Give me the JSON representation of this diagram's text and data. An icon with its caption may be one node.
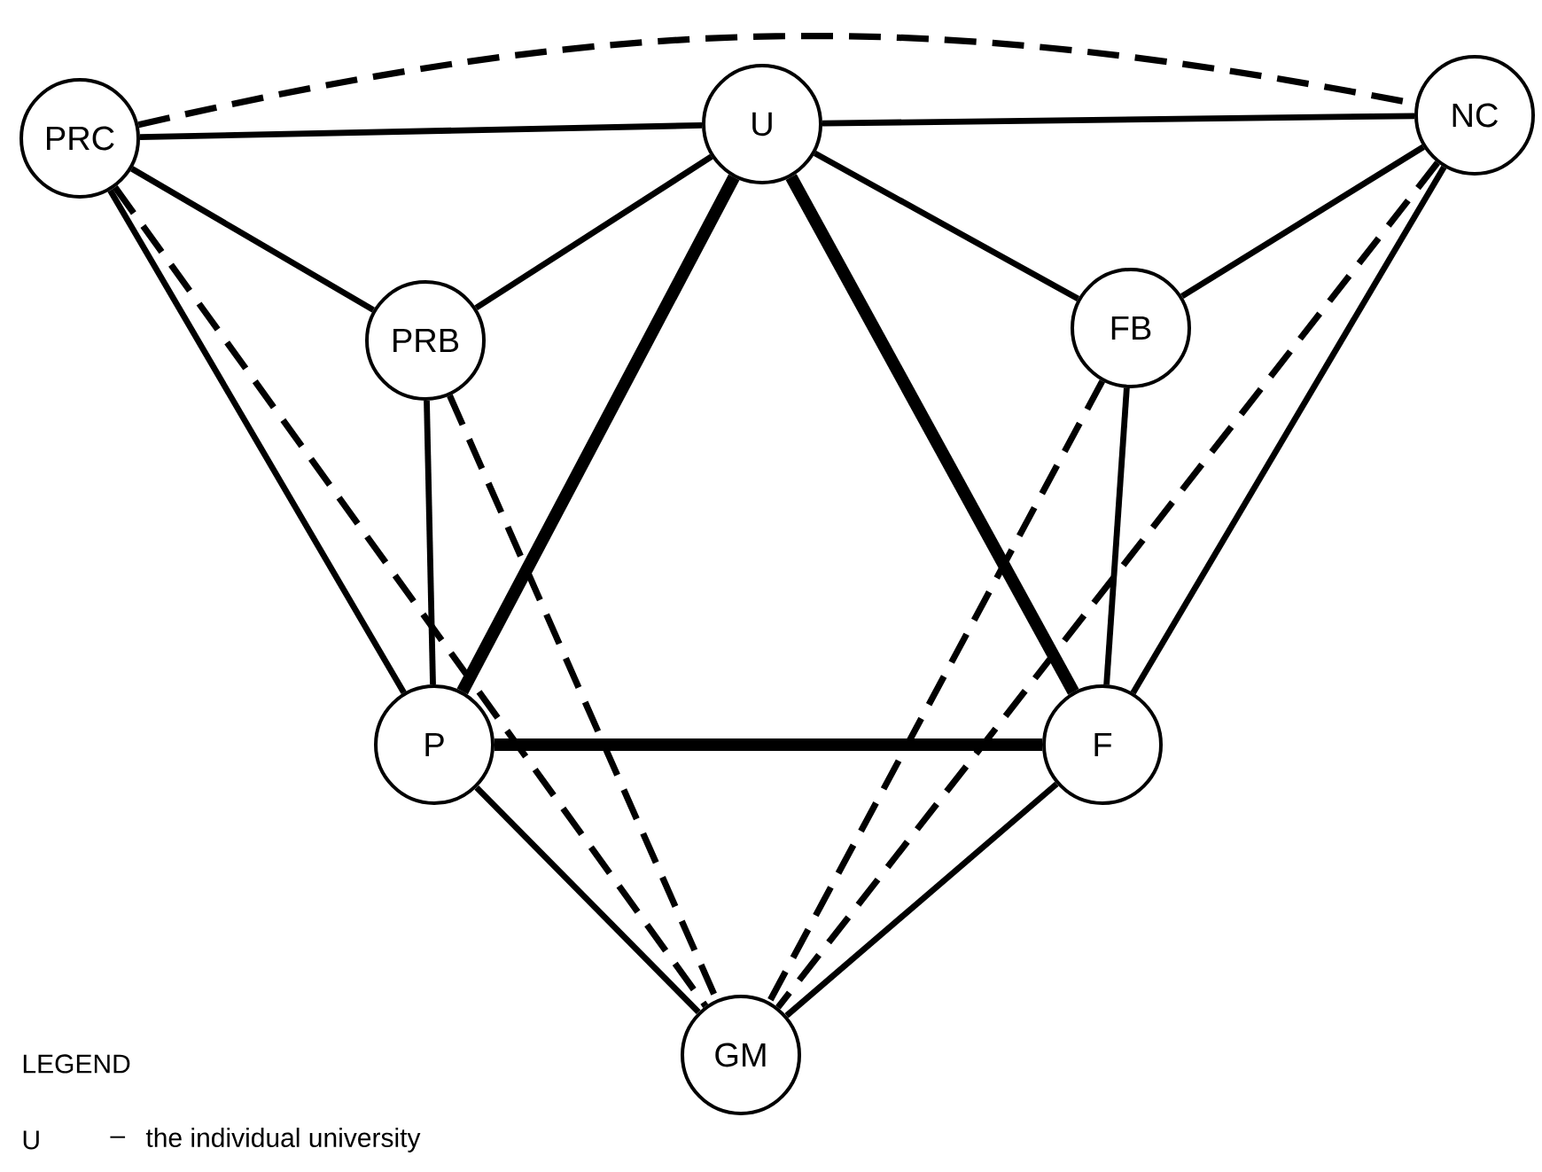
{
  "diagram": {
    "nodes": [
      {
        "text": [
          "PRC"
        ]
      },
      {
        "text": [
          "U"
        ]
      },
      {
        "text": [
          "NC"
        ]
      },
      {
        "text": [
          "PRB"
        ]
      },
      {
        "text": [
          "FB"
        ]
      },
      {
        "text": [
          "P"
        ]
      },
      {
        "text": [
          "F"
        ]
      },
      {
        "text": [
          "GM"
        ]
      }
    ],
    "edges": [
      {
        "from": 0,
        "to": 2,
        "arrow": "none",
        "style": "dashed"
      },
      {
        "from": 0,
        "to": 1,
        "arrow": "none"
      },
      {
        "from": 1,
        "to": 2,
        "arrow": "none"
      },
      {
        "from": 0,
        "to": 3,
        "arrow": "none"
      },
      {
        "from": 3,
        "to": 1,
        "arrow": "none"
      },
      {
        "from": 1,
        "to": 4,
        "arrow": "none"
      },
      {
        "from": 4,
        "to": 2,
        "arrow": "none"
      },
      {
        "from": 1,
        "to": 5,
        "arrow": "none",
        "style": "thick"
      },
      {
        "from": 1,
        "to": 6,
        "arrow": "none",
        "style": "thick"
      },
      {
        "from": 0,
        "to": 5,
        "arrow": "none"
      },
      {
        "from": 0,
        "to": 7,
        "arrow": "none",
        "style": "dashed"
      },
      {
        "from": 3,
        "to": 5,
        "arrow": "none"
      },
      {
        "from": 3,
        "to": 7,
        "arrow": "none",
        "style": "dashed"
      },
      {
        "from": 4,
        "to": 6,
        "arrow": "none"
      },
      {
        "from": 4,
        "to": 7,
        "arrow": "none",
        "style": "dashed"
      },
      {
        "from": 2,
        "to": 6,
        "arrow": "none"
      },
      {
        "from": 2,
        "to": 7,
        "arrow": "none",
        "style": "dashed"
      },
      {
        "from": 5,
        "to": 6,
        "arrow": "none",
        "style": "thick"
      },
      {
        "from": 5,
        "to": 7,
        "arrow": "none"
      },
      {
        "from": 6,
        "to": 7,
        "arrow": "none"
      }
    ],
    "labels": [
      "LEGEND",
      "U",
      "–",
      "the individual university"
    ]
  }
}
